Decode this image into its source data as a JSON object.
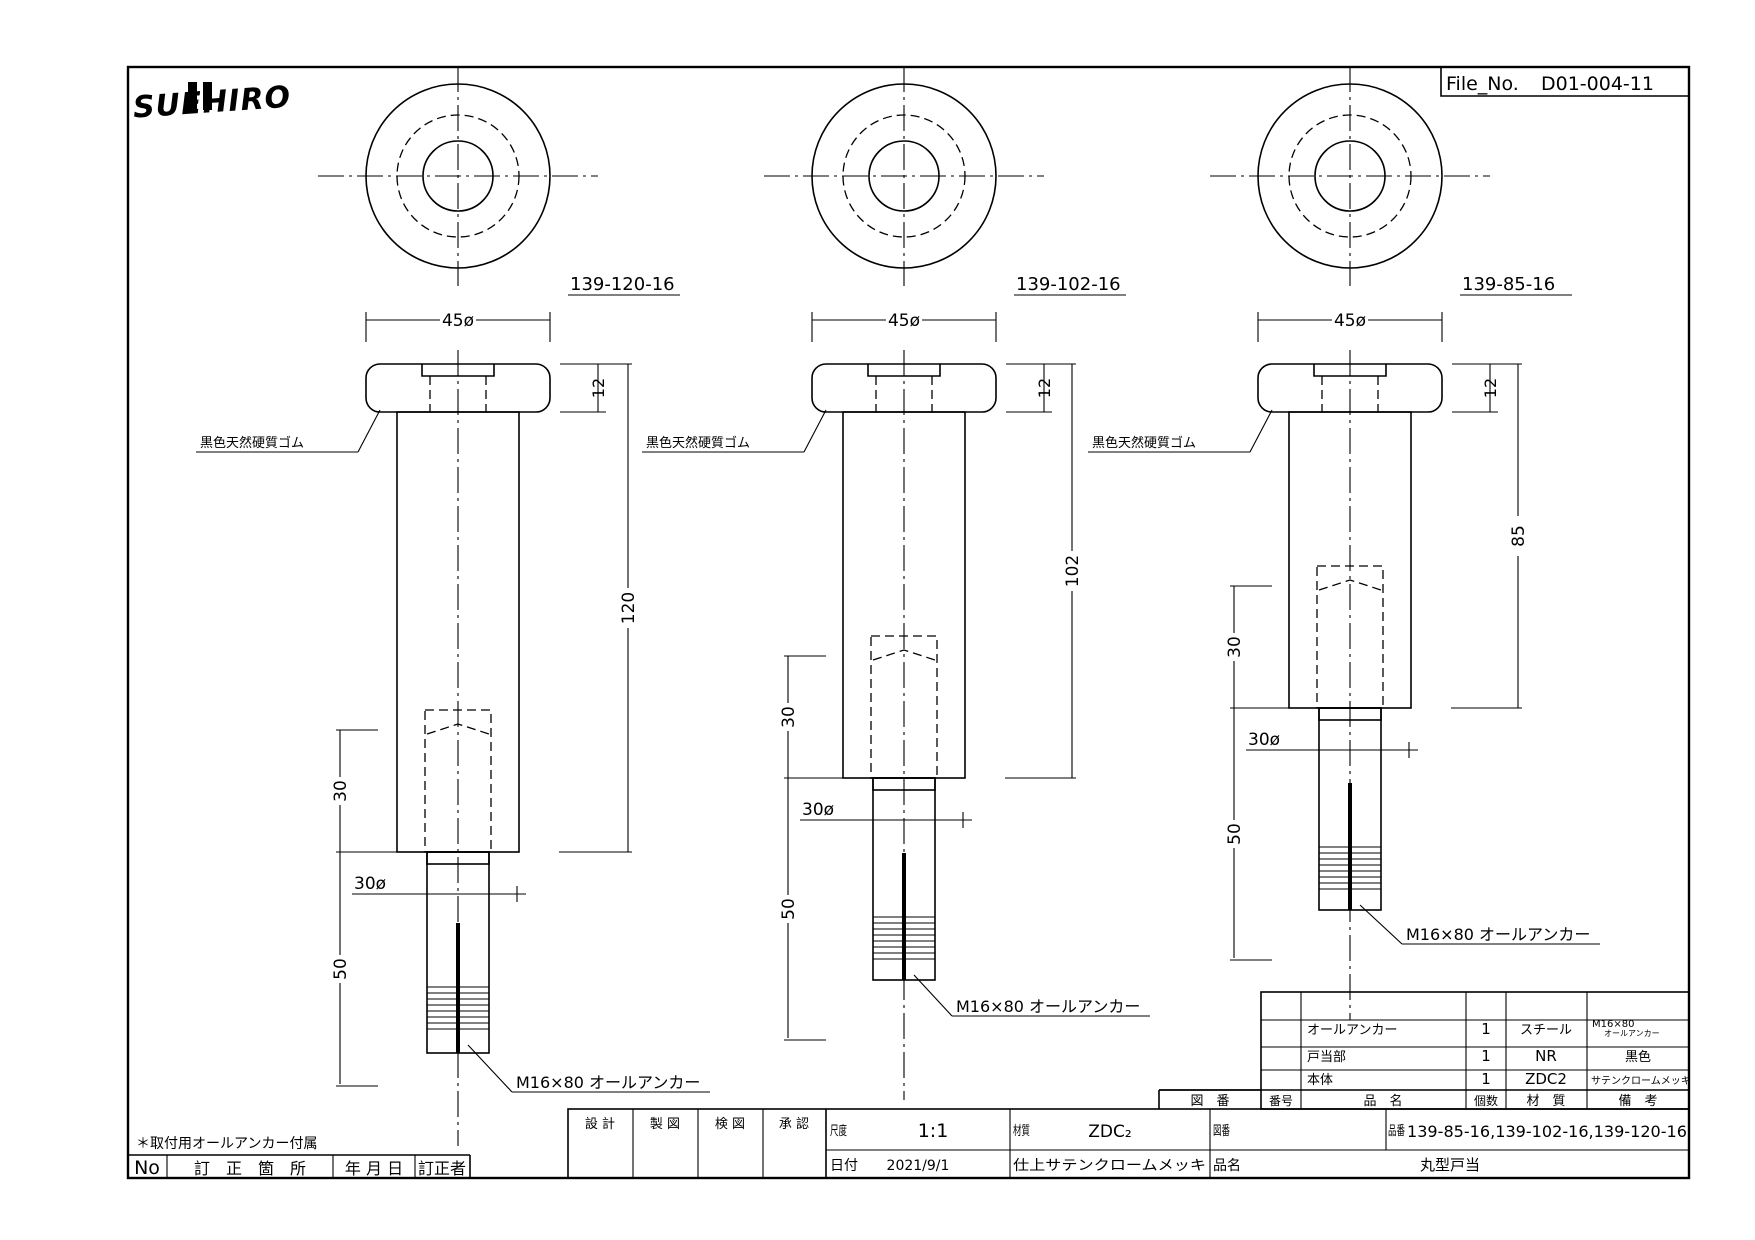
{
  "logo": {
    "text": "SUEHIRO"
  },
  "file_no": {
    "label": "File_No.",
    "value": "D01-004-11"
  },
  "views": [
    {
      "part_no": "139-120-16",
      "dia_top": "45ø",
      "head_h": "12",
      "total_h": "120",
      "anchor_len": "30",
      "anchor_exposed": "50",
      "anchor_dia": "30ø",
      "rubber_label": "黒色天然硬質ゴム",
      "anchor_label": "M16×80 オールアンカー"
    },
    {
      "part_no": "139-102-16",
      "dia_top": "45ø",
      "head_h": "12",
      "total_h": "102",
      "anchor_len": "30",
      "anchor_exposed": "50",
      "anchor_dia": "30ø",
      "rubber_label": "黒色天然硬質ゴム",
      "anchor_label": "M16×80 オールアンカー"
    },
    {
      "part_no": "139-85-16",
      "dia_top": "45ø",
      "head_h": "12",
      "total_h": "85",
      "anchor_len": "30",
      "anchor_exposed": "50",
      "anchor_dia": "30ø",
      "rubber_label": "黒色天然硬質ゴム",
      "anchor_label": "M16×80 オールアンカー"
    }
  ],
  "parts_table": {
    "rows": [
      {
        "name": "オールアンカー",
        "qty": "1",
        "material": "スチール",
        "note_line1": "M16×80",
        "note_line2": "オールアンカー"
      },
      {
        "name": "戸当部",
        "qty": "1",
        "material": "NR",
        "note_line1": "黒色",
        "note_line2": ""
      },
      {
        "name": "本体",
        "qty": "1",
        "material": "ZDC2",
        "note_line1": "サテンクロームメッキ",
        "note_line2": ""
      }
    ],
    "headers": {
      "drawing_no": "図　番",
      "item_no": "番号",
      "name": "品　名",
      "qty": "個数",
      "material": "材　質",
      "note": "備　考"
    }
  },
  "title_block": {
    "design": "設 計",
    "drawn": "製 図",
    "checked": "検 図",
    "approved": "承 認",
    "scale_label": "尺度",
    "scale_value": "1:1",
    "material_label": "材質",
    "material_value": "ZDC₂",
    "drawing_label": "図番",
    "product_no_label": "品番",
    "product_no_value": "139-85-16,139-102-16,139-120-16",
    "date_label": "日付",
    "date_value": "2021/9/1",
    "finish_value": "仕上サテンクロームメッキ",
    "product_name_label": "品名",
    "product_name_value": "丸型戸当"
  },
  "revision": {
    "note": "＊取付用オールアンカー付属",
    "no": "No",
    "place": "訂　正　箇　所",
    "date": "年 月 日",
    "corrector": "訂正者"
  }
}
